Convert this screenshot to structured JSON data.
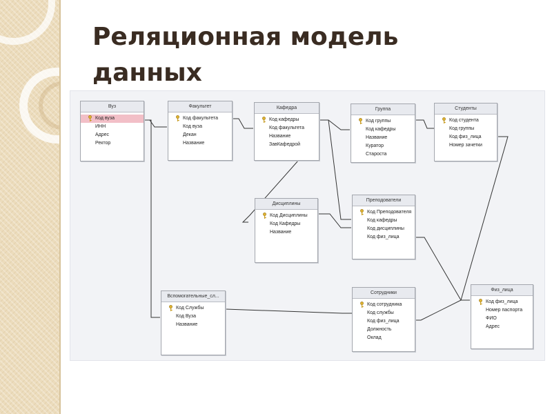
{
  "slide": {
    "title_line1": "Реляционная модель",
    "title_line2": "данных"
  },
  "tables": {
    "vuz": {
      "title": "Вуз",
      "fields": [
        "Код вуза",
        "ИНН",
        "Адрес",
        "Ректор"
      ]
    },
    "fakultet": {
      "title": "Факультет",
      "fields": [
        "Код факультета",
        "Код вуза",
        "Декан",
        "Название"
      ]
    },
    "kafedra": {
      "title": "Кафедра",
      "fields": [
        "Код кафедры",
        "Код факультета",
        "Название",
        "ЗавКафедрой"
      ]
    },
    "gruppa": {
      "title": "Группа",
      "fields": [
        "Код группы",
        "Код кафедры",
        "Название",
        "Куратор",
        "Староста"
      ]
    },
    "studenty": {
      "title": "Студенты",
      "fields": [
        "Код студента",
        "Код группы",
        "Код физ_лица",
        "Номер зачетки"
      ]
    },
    "discipliny": {
      "title": "Дисциплины",
      "fields": [
        "Код Дисциплины",
        "Код Кафедры",
        "Название"
      ]
    },
    "prepodavateli": {
      "title": "Преподователи",
      "fields": [
        "Код Преподователя",
        "Код кафедры",
        "Код дисциплины",
        "Код физ_лица"
      ]
    },
    "vspomogatelnye": {
      "title": "Вспомогательные_сл...",
      "fields": [
        "Код Службы",
        "Код Вуза",
        "Название"
      ]
    },
    "sotrudniki": {
      "title": "Сотрудники",
      "fields": [
        "Код сотрудника",
        "Код службы",
        "Код физ_лица",
        "Должность",
        "Оклад"
      ]
    },
    "fiz_lica": {
      "title": "Физ_лица",
      "fields": [
        "Код физ_лица",
        "Номер паспорта",
        "ФИО",
        "Адрес"
      ]
    }
  },
  "icons": {
    "primary_key": "key-icon"
  },
  "colors": {
    "selected_field": "#f2bfc7",
    "title_text": "#3a2c22",
    "connector": "#333333"
  }
}
